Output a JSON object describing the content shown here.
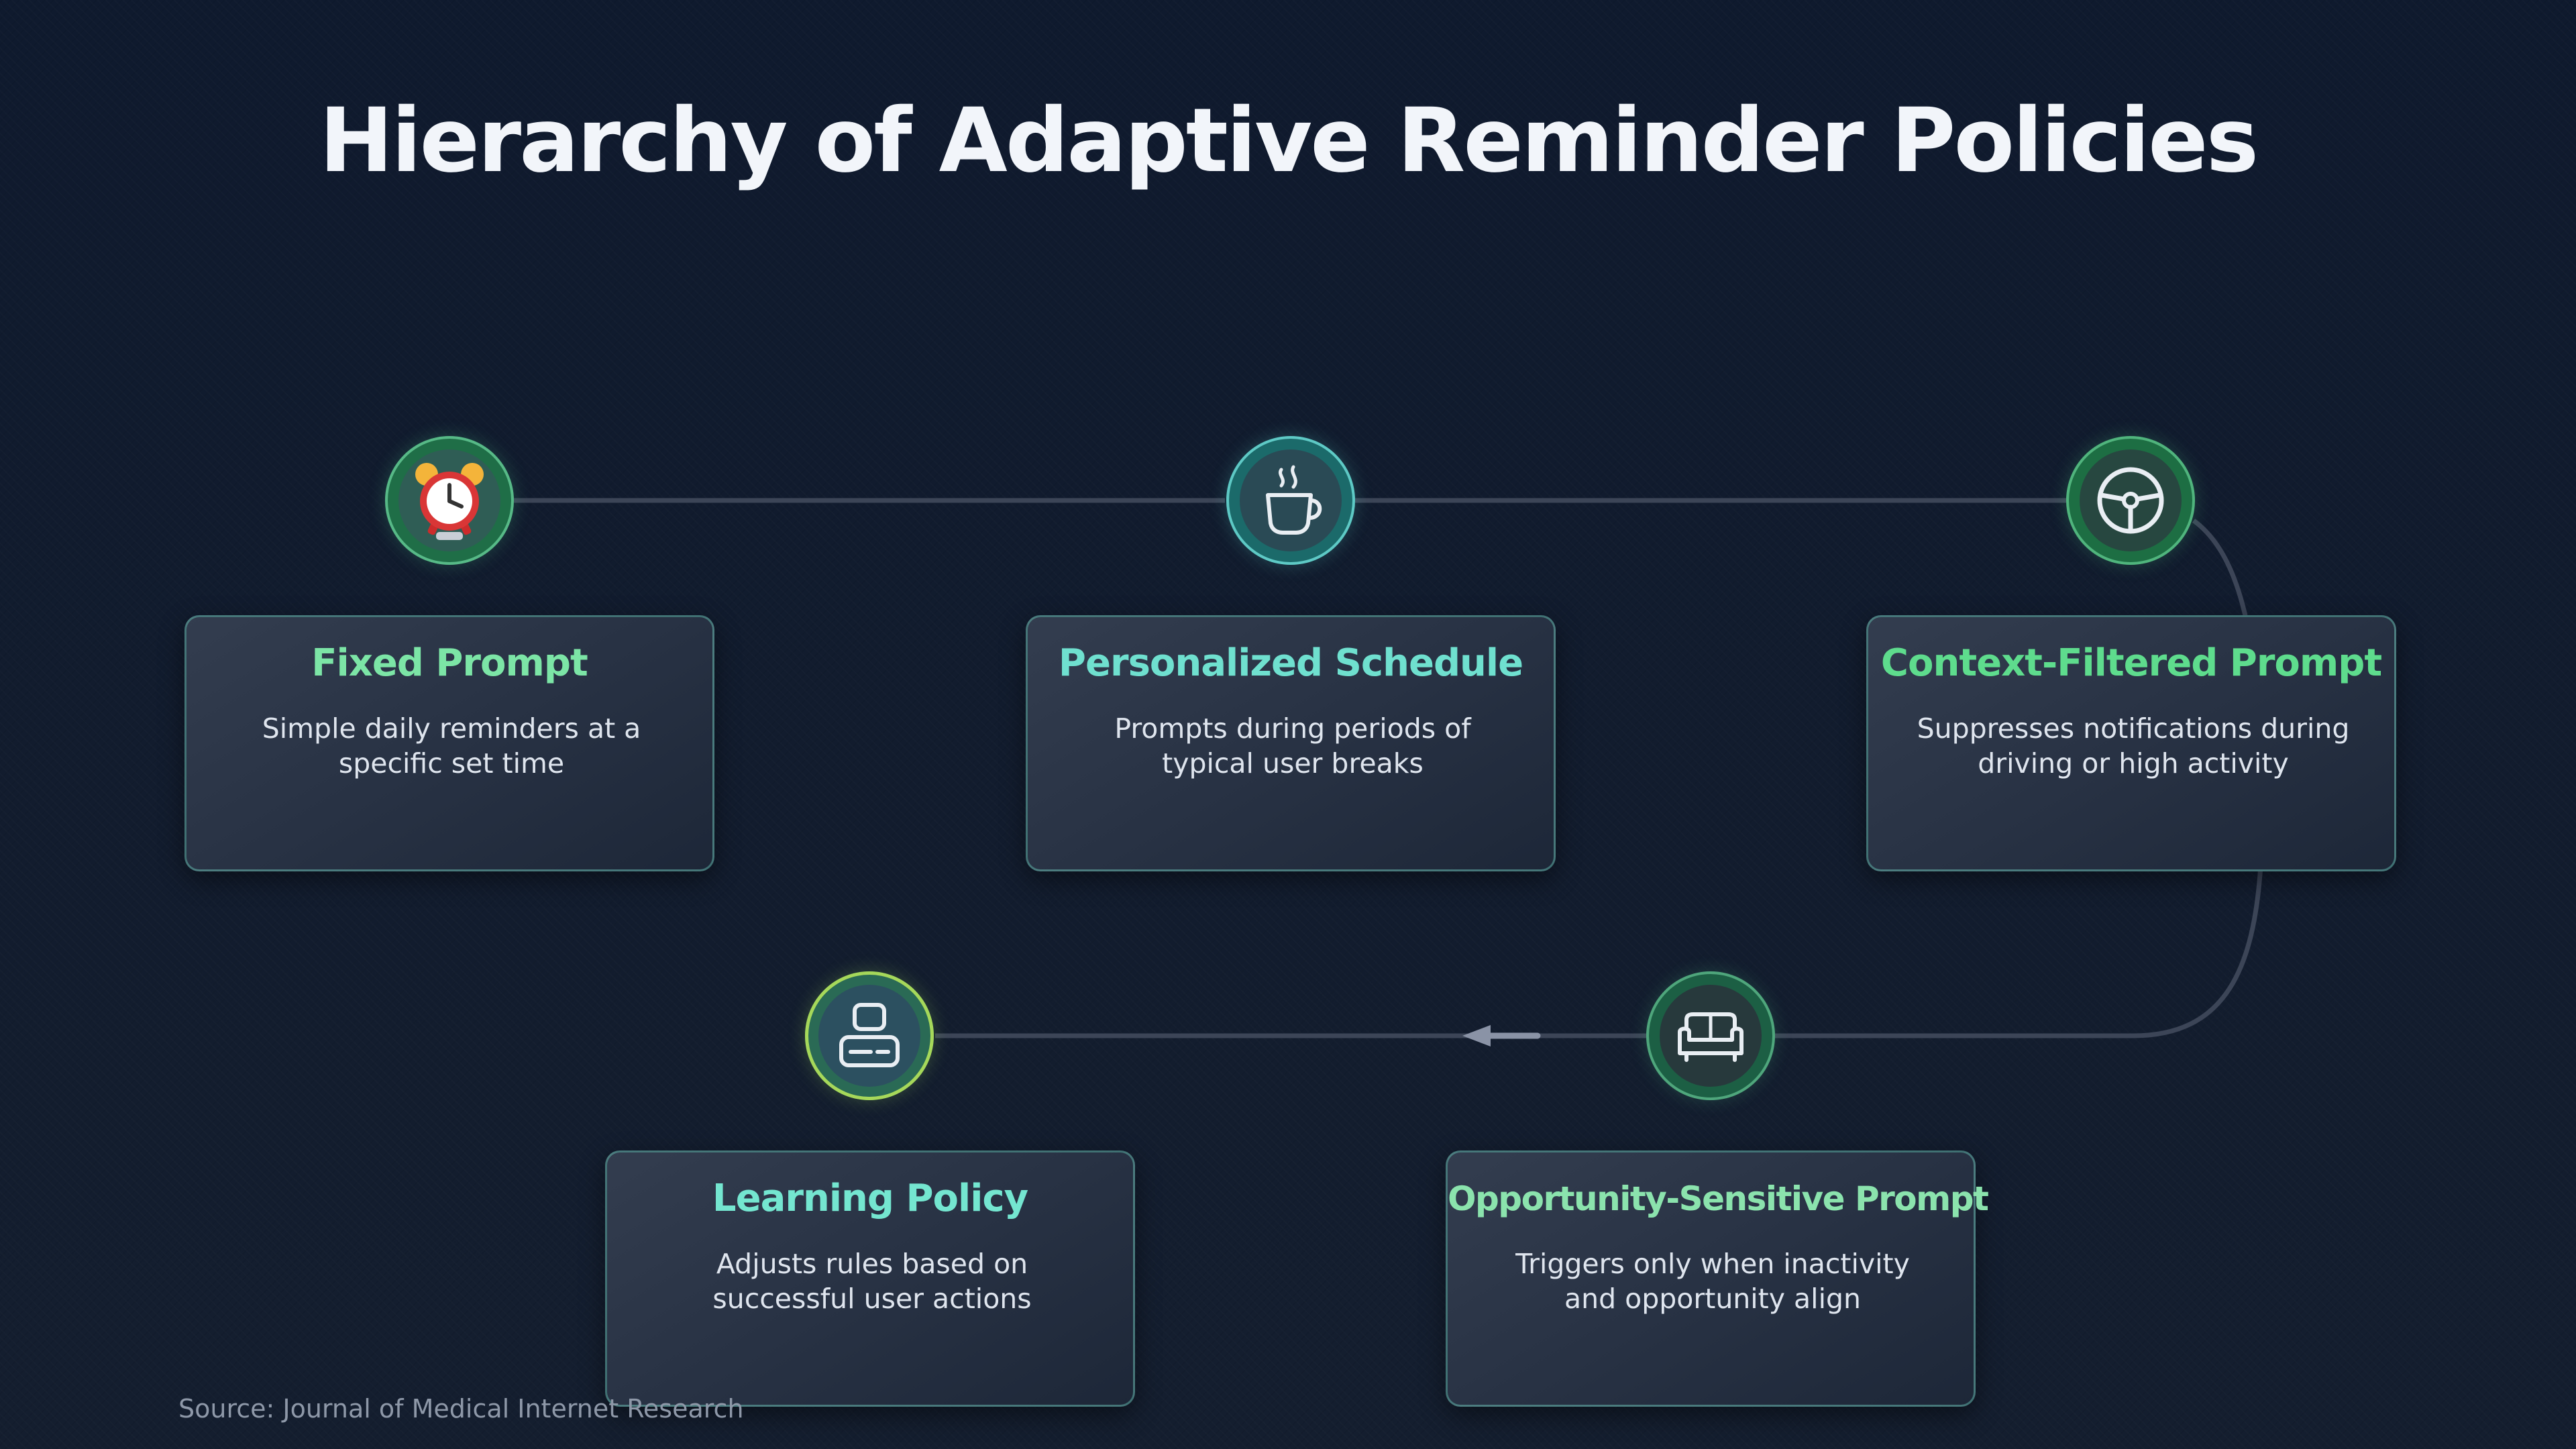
{
  "title": "Hierarchy of Adaptive Reminder Policies",
  "steps": [
    {
      "title": "Fixed Prompt",
      "description": "Simple daily reminders at a specific set time",
      "icon": "alarm-clock-icon",
      "title_color": "#7ce5a6"
    },
    {
      "title": "Personalized Schedule",
      "description": "Prompts during periods of typical user breaks",
      "icon": "coffee-cup-icon",
      "title_color": "#6fe0cf"
    },
    {
      "title": "Context-Filtered Prompt",
      "description": "Suppresses notifications during driving or high activity",
      "icon": "steering-wheel-icon",
      "title_color": "#5edc8d"
    },
    {
      "title": "Opportunity-Sensitive Prompt",
      "description": "Triggers only when inactivity and opportunity align",
      "icon": "sofa-icon",
      "title_color": "#8be3ad"
    },
    {
      "title": "Learning Policy",
      "description": "Adjusts rules based on successful user actions",
      "icon": "adaptive-device-icon",
      "title_color": "#74e6d0"
    }
  ],
  "source": "Source: Journal of Medical Internet Research"
}
